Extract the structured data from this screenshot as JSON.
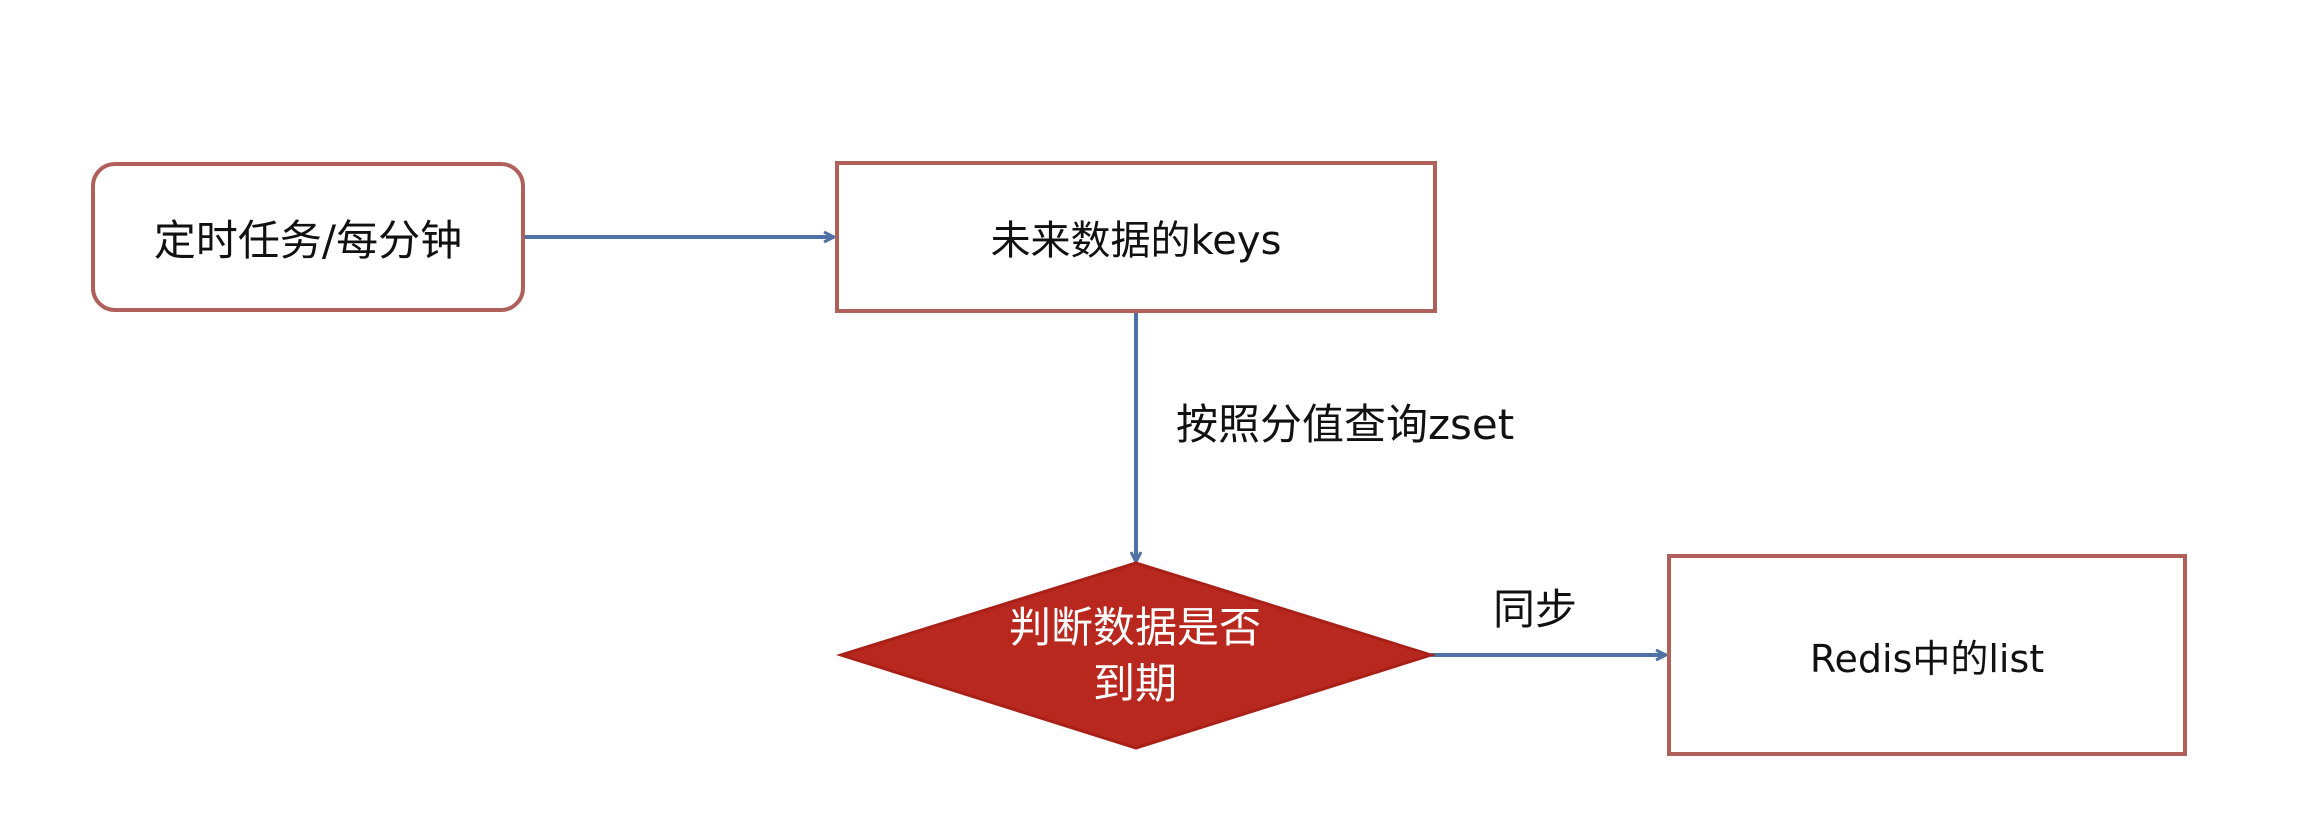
{
  "nodes": {
    "timer": "定时任务/每分钟",
    "future_keys": "未来数据的keys",
    "decision": [
      "判断数据是否",
      "到期"
    ],
    "redis_list": "Redis中的list"
  },
  "edges": {
    "query_label": "按照分值查询zset",
    "sync_label": "同步"
  },
  "colors": {
    "box_border": "#B0605A",
    "decision_fill": "#B8281F",
    "arrow": "#4F72A6"
  }
}
